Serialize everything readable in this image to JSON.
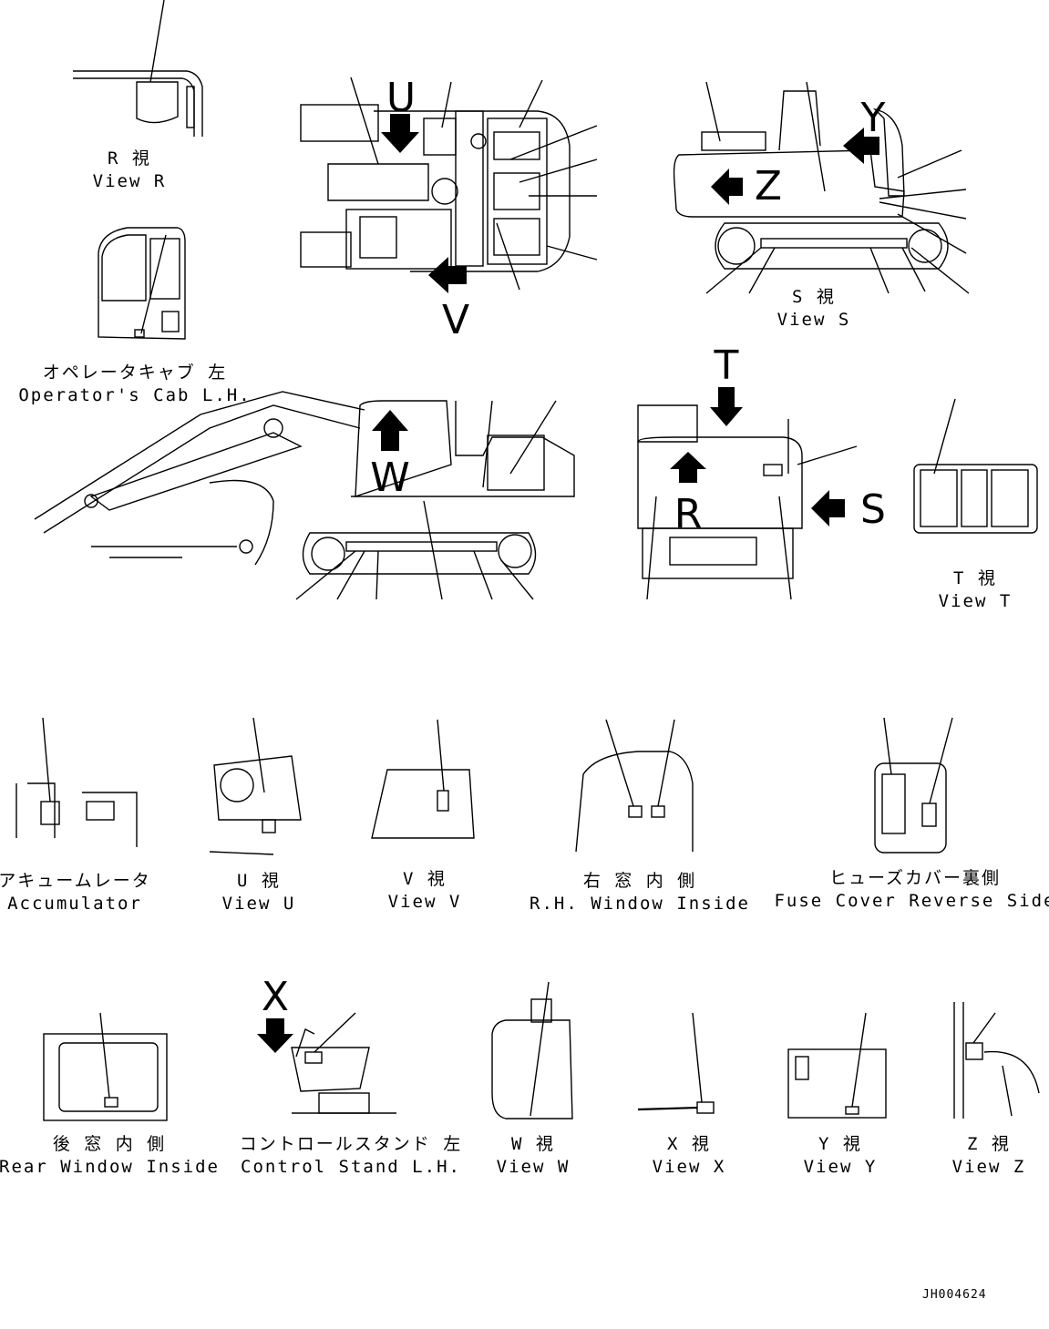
{
  "views": {
    "view_r": {
      "jp": "R 視",
      "en": "View R"
    },
    "cab_lh": {
      "jp": "オペレータキャブ 左",
      "en": "Operator's Cab L.H."
    },
    "view_s": {
      "jp": "S 視",
      "en": "View S"
    },
    "view_t": {
      "jp": "T 視",
      "en": "View T"
    },
    "accumulator": {
      "jp": "アキュームレータ",
      "en": "Accumulator"
    },
    "view_u": {
      "jp": "U 視",
      "en": "View U"
    },
    "view_v": {
      "jp": "V 視",
      "en": "View V"
    },
    "rh_window": {
      "jp": "右 窓 内 側",
      "en": "R.H. Window Inside"
    },
    "fuse_cover": {
      "jp": "ヒューズカバー裏側",
      "en": "Fuse Cover Reverse Side"
    },
    "rear_window": {
      "jp": "後 窓 内 側",
      "en": "Rear Window Inside"
    },
    "control_stand": {
      "jp": "コントロールスタンド 左",
      "en": "Control Stand L.H."
    },
    "view_w": {
      "jp": "W 視",
      "en": "View W"
    },
    "view_x": {
      "jp": "X 視",
      "en": "View X"
    },
    "view_y": {
      "jp": "Y 視",
      "en": "View Y"
    },
    "view_z": {
      "jp": "Z 視",
      "en": "View Z"
    }
  },
  "markers": {
    "u": "U",
    "v": "V",
    "y": "Y",
    "z": "Z",
    "t": "T",
    "s": "S",
    "w": "W",
    "r": "R",
    "x": "X"
  },
  "drawing_code": "JH004624"
}
